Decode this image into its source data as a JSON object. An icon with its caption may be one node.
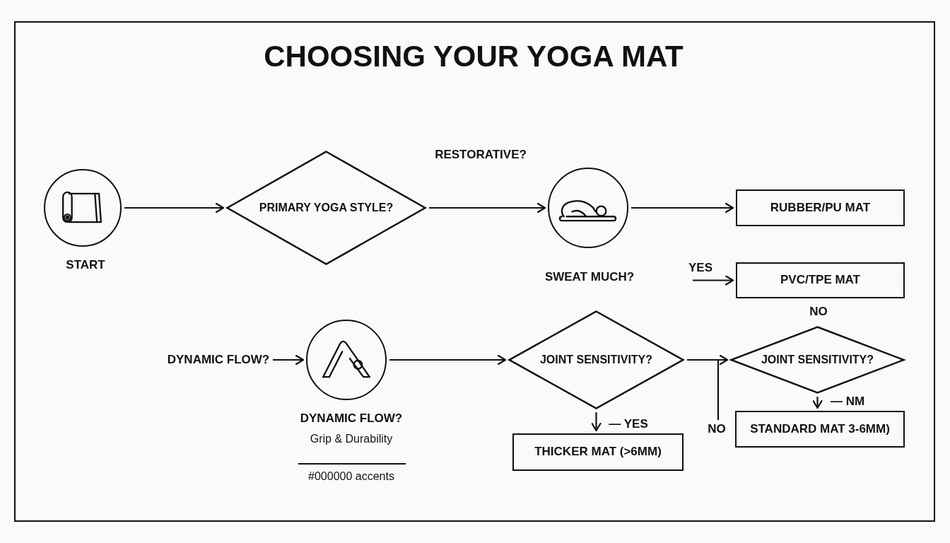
{
  "diagram": {
    "title": "CHOOSING YOUR YOGA MAT",
    "nodes": [
      {
        "text": [],
        "shape": "circle",
        "beside": [
          "START"
        ]
      },
      {
        "text": [
          "PRIMARY YOGA STYLE?"
        ]
      },
      {
        "text": [],
        "shape": "circle",
        "beside": [
          "SWEAT MUCH?"
        ]
      },
      {
        "text": [
          "RUBBER/PU MAT"
        ]
      },
      {
        "text": [
          "PVC/TPE MAT"
        ]
      },
      {
        "text": [
          "DYNAMIC FLOW?"
        ]
      },
      {
        "text": [],
        "shape": "circle",
        "beside": [
          "DYNAMIC FLOW?",
          "Grip & Durability"
        ]
      },
      {
        "text": [
          "JOINT SENSITIVITY?"
        ]
      },
      {
        "text": [
          "THICKER MAT (>6MM)"
        ]
      },
      {
        "text": [
          "JOINT SENSITIVITY?"
        ]
      },
      {
        "text": [
          "STANDARD MAT 3-6MM)"
        ]
      }
    ],
    "edges": [
      {
        "from": 0,
        "to": 1,
        "arrow": "to"
      },
      {
        "from": 1,
        "to": 2,
        "arrow": "to",
        "label": "RESTORATIVE?"
      },
      {
        "from": 2,
        "to": 3,
        "arrow": "to"
      },
      {
        "from": null,
        "to": 4,
        "arrow": "to",
        "label": "YES"
      },
      {
        "from": 5,
        "to": 6,
        "arrow": "to"
      },
      {
        "from": 6,
        "to": 7,
        "arrow": "to"
      },
      {
        "from": 7,
        "to": 8,
        "arrow": "to",
        "label": "— YES"
      },
      {
        "from": 7,
        "to": 9,
        "arrow": "to"
      },
      {
        "from": 9,
        "to": 10,
        "arrow": "to",
        "label": "— NM"
      },
      {
        "from": 7,
        "to": null,
        "arrow": "none",
        "label": "NO"
      }
    ],
    "labels": [
      "NO",
      "#000000 accents"
    ]
  }
}
